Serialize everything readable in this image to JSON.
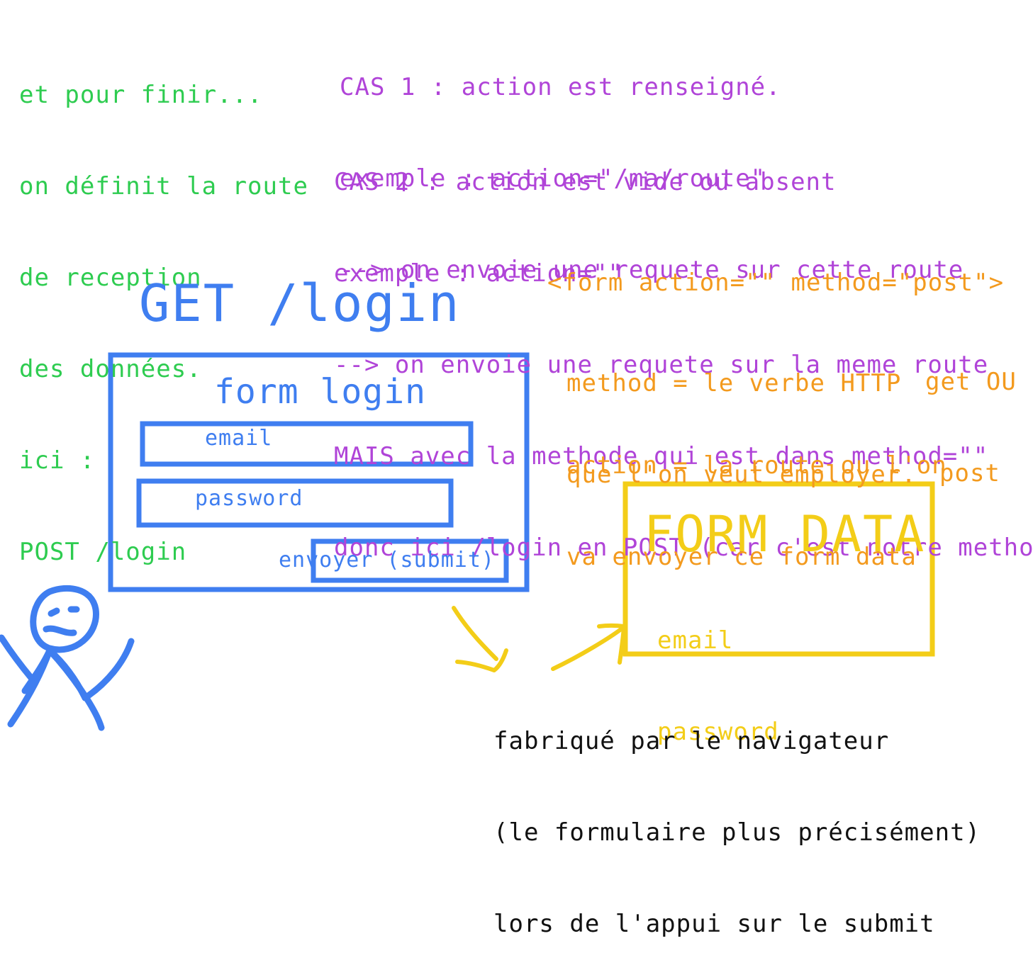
{
  "intro_note": [
    "et pour finir...",
    "on définit la route",
    "de reception",
    "des données.",
    "ici :",
    "POST /login"
  ],
  "case1": [
    "CAS 1 : action est renseigné.",
    "exemple : action=\"/ma/route\"",
    "--> on envoie une requete sur cette route"
  ],
  "case2": [
    "CAS 2 : action est vide ou absent",
    "exemple : action=\"\"",
    "--> on envoie une requete sur la meme route",
    "MAIS avec la methode qui est dans method=\"\"",
    "donc ici /login en POST (car c'est notre metho"
  ],
  "form_tag": "<form action=\"\" method=\"post\">",
  "method_note": [
    "method = le verbe HTTP",
    "que l'on veut employer."
  ],
  "method_values": [
    "get OU",
    "post"
  ],
  "action_note": [
    "action = la route ou l'on",
    "va envoyer ce form data"
  ],
  "page_route": "GET /login",
  "login_form": {
    "title": "form login",
    "email_label": "email",
    "password_label": "password",
    "submit_label": "envoyer (submit)"
  },
  "form_data_box": {
    "title": "FORM DATA",
    "fields": [
      "email",
      "password"
    ]
  },
  "browser_note": [
    "fabriqué par le navigateur",
    "(le formulaire plus précisément)",
    "lors de l'appui sur le submit"
  ],
  "colors": {
    "green": "#2ecc50",
    "purple": "#b044d8",
    "orange": "#f39a1e",
    "blue": "#3f7ef0",
    "yellow": "#f3cd18"
  }
}
